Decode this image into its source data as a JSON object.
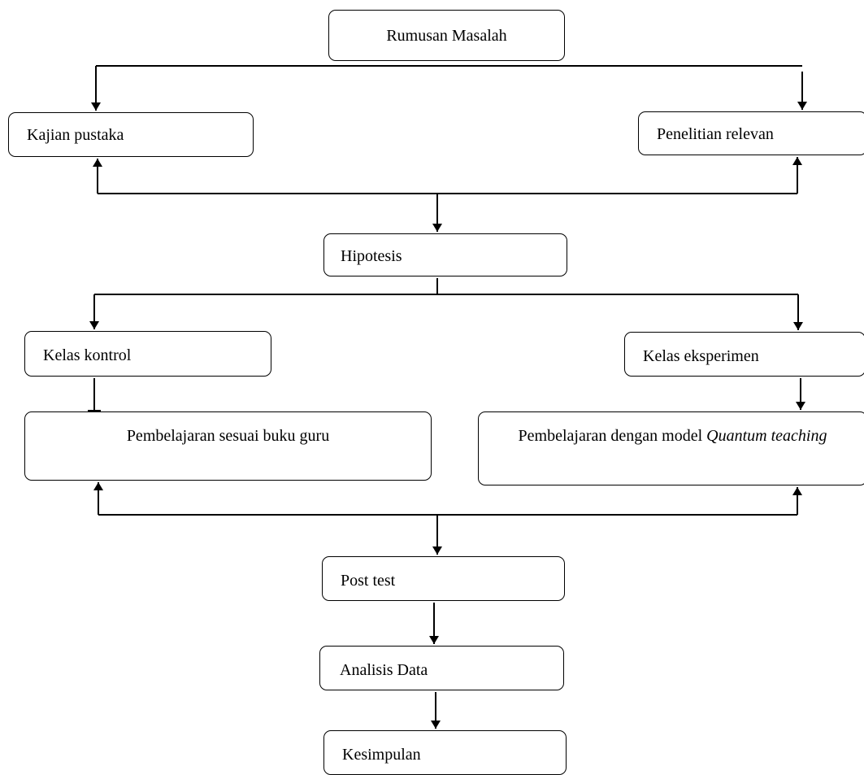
{
  "nodes": {
    "rumusan": "Rumusan Masalah",
    "kajian": "Kajian pustaka",
    "penelitian": "Penelitian relevan",
    "hipotesis": "Hipotesis",
    "kontrol": "Kelas kontrol",
    "eksperimen": "Kelas eksperimen",
    "pembelajaran_guru": "Pembelajaran sesuai buku guru",
    "pembelajaran_quantum": {
      "prefix": "Pembelajaran dengan model ",
      "italic": "Quantum teaching"
    },
    "posttest": "Post test",
    "analisis": "Analisis Data",
    "kesimpulan": "Kesimpulan"
  }
}
